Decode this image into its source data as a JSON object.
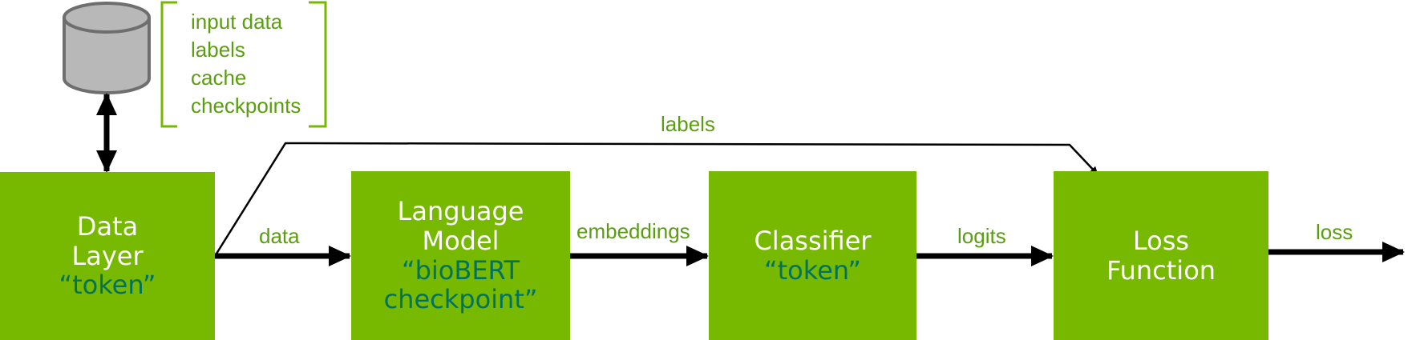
{
  "storage": {
    "items": [
      "input data",
      "labels",
      "cache",
      "checkpoints"
    ]
  },
  "blocks": {
    "data_layer": {
      "line1": "Data",
      "line2": "Layer",
      "param": "“token”"
    },
    "language_model": {
      "line1": "Language",
      "line2": "Model",
      "param1": "“bioBERT",
      "param2": "checkpoint”"
    },
    "classifier": {
      "line1": "Classifier",
      "param": "“token”"
    },
    "loss_function": {
      "line1": "Loss",
      "line2": "Function"
    }
  },
  "edges": {
    "data": "data",
    "embeddings": "embeddings",
    "logits": "logits",
    "loss": "loss",
    "labels": "labels"
  },
  "colors": {
    "block_fill": "#76b900",
    "label_text": "#5a9e10",
    "param_text": "#00725e",
    "arrow": "#000000",
    "cylinder": "#b8b8b8"
  }
}
